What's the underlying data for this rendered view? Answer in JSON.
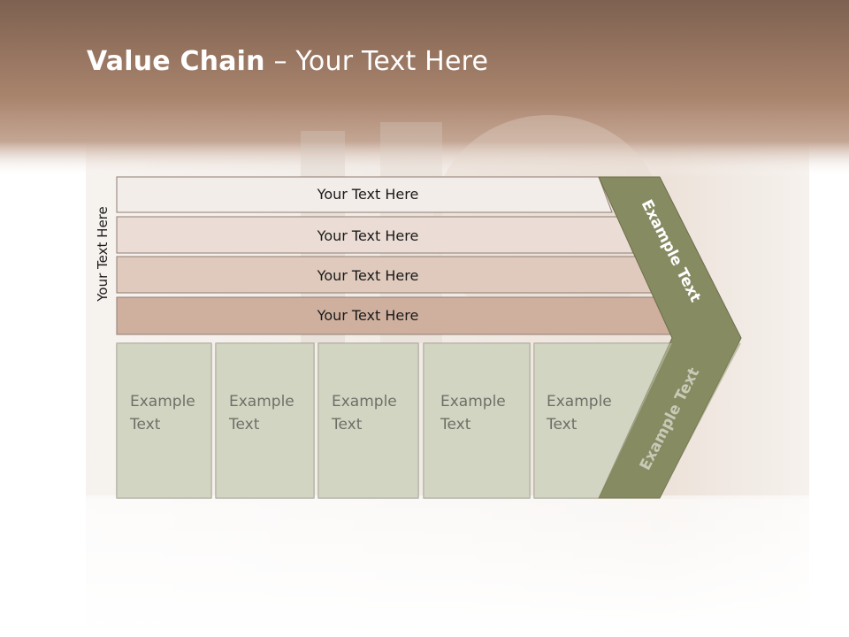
{
  "slide": {
    "title_bold": "Value Chain",
    "title_rest": " – Your Text Here",
    "side_label": "Your Text Here"
  },
  "rows": [
    {
      "label": "Your Text Here",
      "fill": "#f3ede9"
    },
    {
      "label": "Your Text Here",
      "fill": "#ebddd5"
    },
    {
      "label": "Your Text Here",
      "fill": "#dfcabd"
    },
    {
      "label": "Your Text Here",
      "fill": "#cfb09f"
    }
  ],
  "columns": [
    {
      "line1": "Example",
      "line2": "Text"
    },
    {
      "line1": "Example",
      "line2": "Text"
    },
    {
      "line1": "Example",
      "line2": "Text"
    },
    {
      "line1": "Example",
      "line2": "Text"
    },
    {
      "line1": "Example",
      "line2": "Text"
    }
  ],
  "chevron": {
    "upper_label": "Example Text",
    "lower_label": "Example Text",
    "fill": "#878b62"
  },
  "colors": {
    "column_fill": "#d3d5c3",
    "header_top": "#8a6a55",
    "header_bottom": "#b08c76"
  }
}
